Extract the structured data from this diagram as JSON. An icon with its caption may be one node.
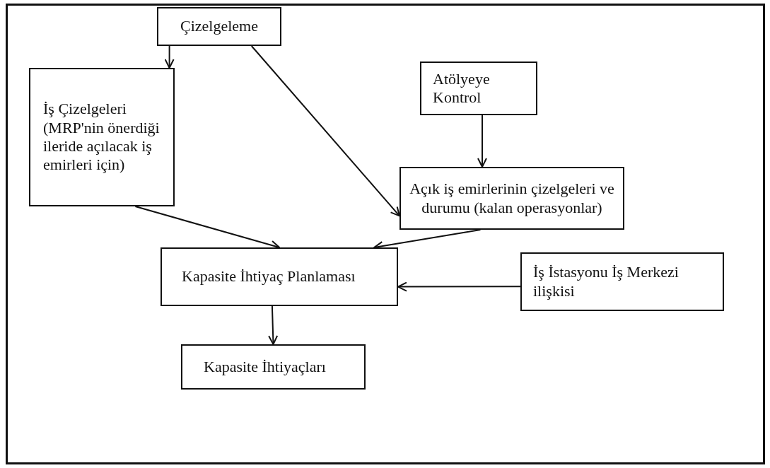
{
  "diagram": {
    "nodes": [
      {
        "text": [
          "Çizelgeleme"
        ]
      },
      {
        "text": [
          "İş Çizelgeleri (MRP'nin önerdiği ileride açılacak iş emirleri için)"
        ]
      },
      {
        "text": [
          "Atölyeye Kontrol"
        ]
      },
      {
        "text": [
          "Açık iş emirlerinin çizelgeleri ve durumu (kalan operasyonlar)"
        ]
      },
      {
        "text": [
          "Kapasite İhtiyaç Planlaması"
        ]
      },
      {
        "text": [
          "İş İstasyonu İş Merkezi ilişkisi"
        ]
      },
      {
        "text": [
          "Kapasite İhtiyaçları"
        ]
      }
    ],
    "edges": [
      {
        "from": 0,
        "to": 1,
        "arrow": "to"
      },
      {
        "from": 0,
        "to": 3,
        "arrow": "to"
      },
      {
        "from": 2,
        "to": 3,
        "arrow": "to"
      },
      {
        "from": 1,
        "to": 4,
        "arrow": "to"
      },
      {
        "from": 3,
        "to": 4,
        "arrow": "to"
      },
      {
        "from": 5,
        "to": 4,
        "arrow": "to"
      },
      {
        "from": 4,
        "to": 6,
        "arrow": "to"
      }
    ]
  }
}
